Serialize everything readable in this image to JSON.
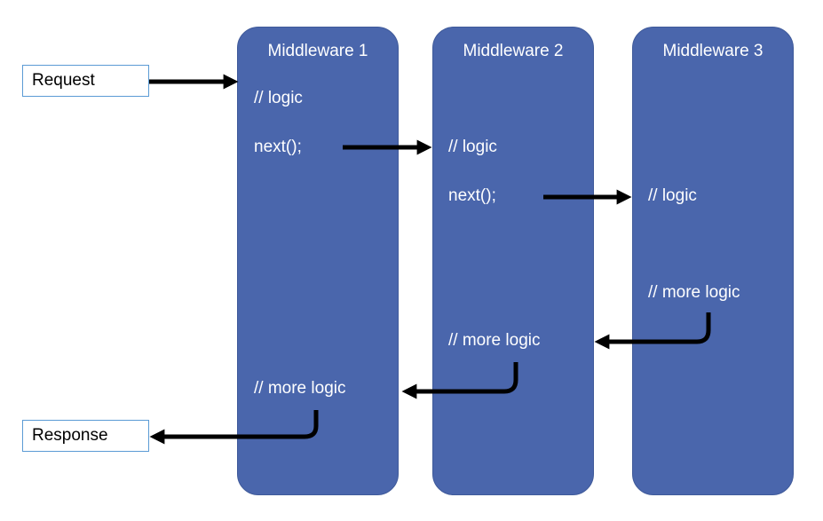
{
  "request": {
    "label": "Request"
  },
  "response": {
    "label": "Response"
  },
  "middlewares": [
    {
      "title": "Middleware 1",
      "logic": "// logic",
      "next": "next();",
      "more": "// more logic"
    },
    {
      "title": "Middleware 2",
      "logic": "// logic",
      "next": "next();",
      "more": "// more logic"
    },
    {
      "title": "Middleware 3",
      "logic": "// logic",
      "more": "// more logic"
    }
  ],
  "colors": {
    "panel": "#4a66ac",
    "box_border": "#5b9bd5",
    "arrow": "#000000"
  }
}
